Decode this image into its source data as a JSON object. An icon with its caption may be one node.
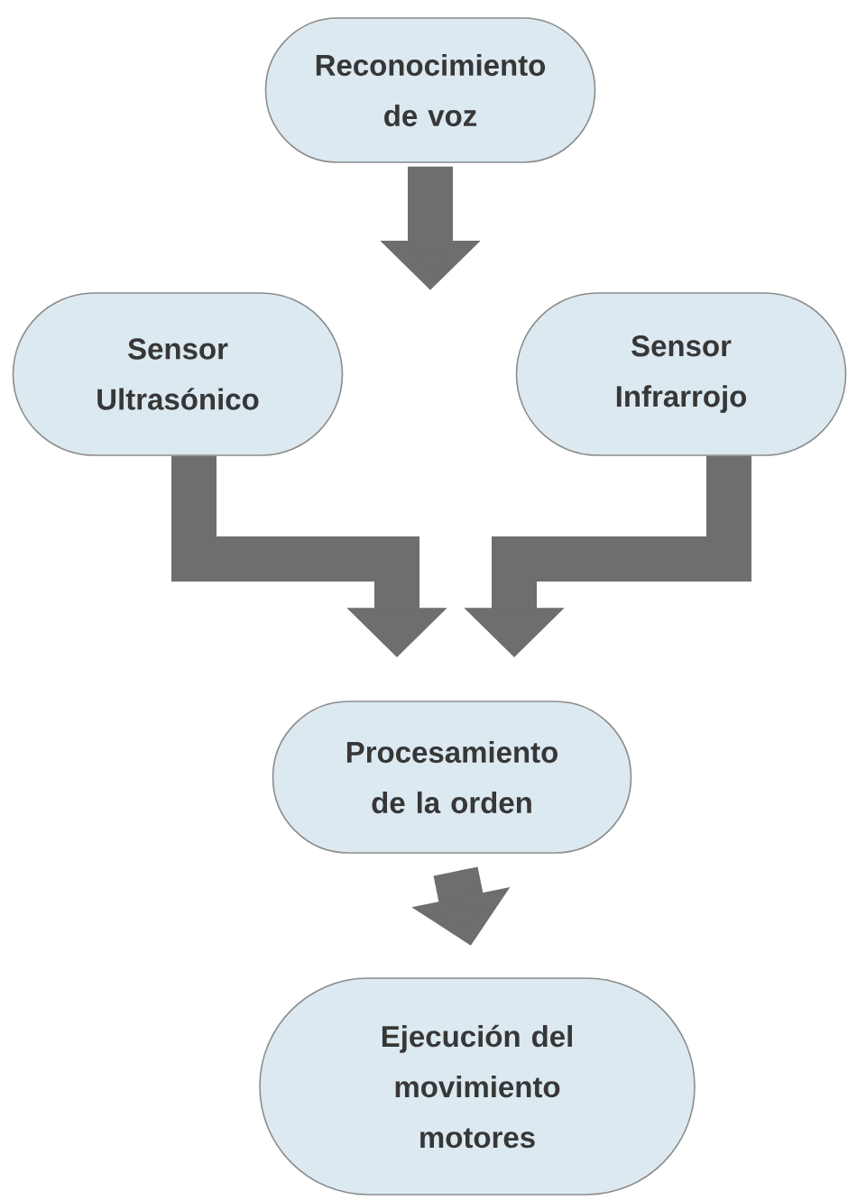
{
  "diagram": {
    "nodes": [
      {
        "text": [
          "Reconocimiento de voz"
        ]
      },
      {
        "text": [
          "Sensor Ultrasónico"
        ]
      },
      {
        "text": [
          "Sensor Infrarrojo"
        ]
      },
      {
        "text": [
          "Procesamiento de la orden"
        ]
      },
      {
        "text": [
          "Ejecución del movimiento motores"
        ]
      }
    ],
    "edges": [
      {
        "from": 0,
        "to": null,
        "arrow": "to"
      },
      {
        "from": 1,
        "to": 3,
        "arrow": "to"
      },
      {
        "from": 2,
        "to": 3,
        "arrow": "to"
      },
      {
        "from": 3,
        "to": 4,
        "arrow": "to"
      }
    ]
  }
}
